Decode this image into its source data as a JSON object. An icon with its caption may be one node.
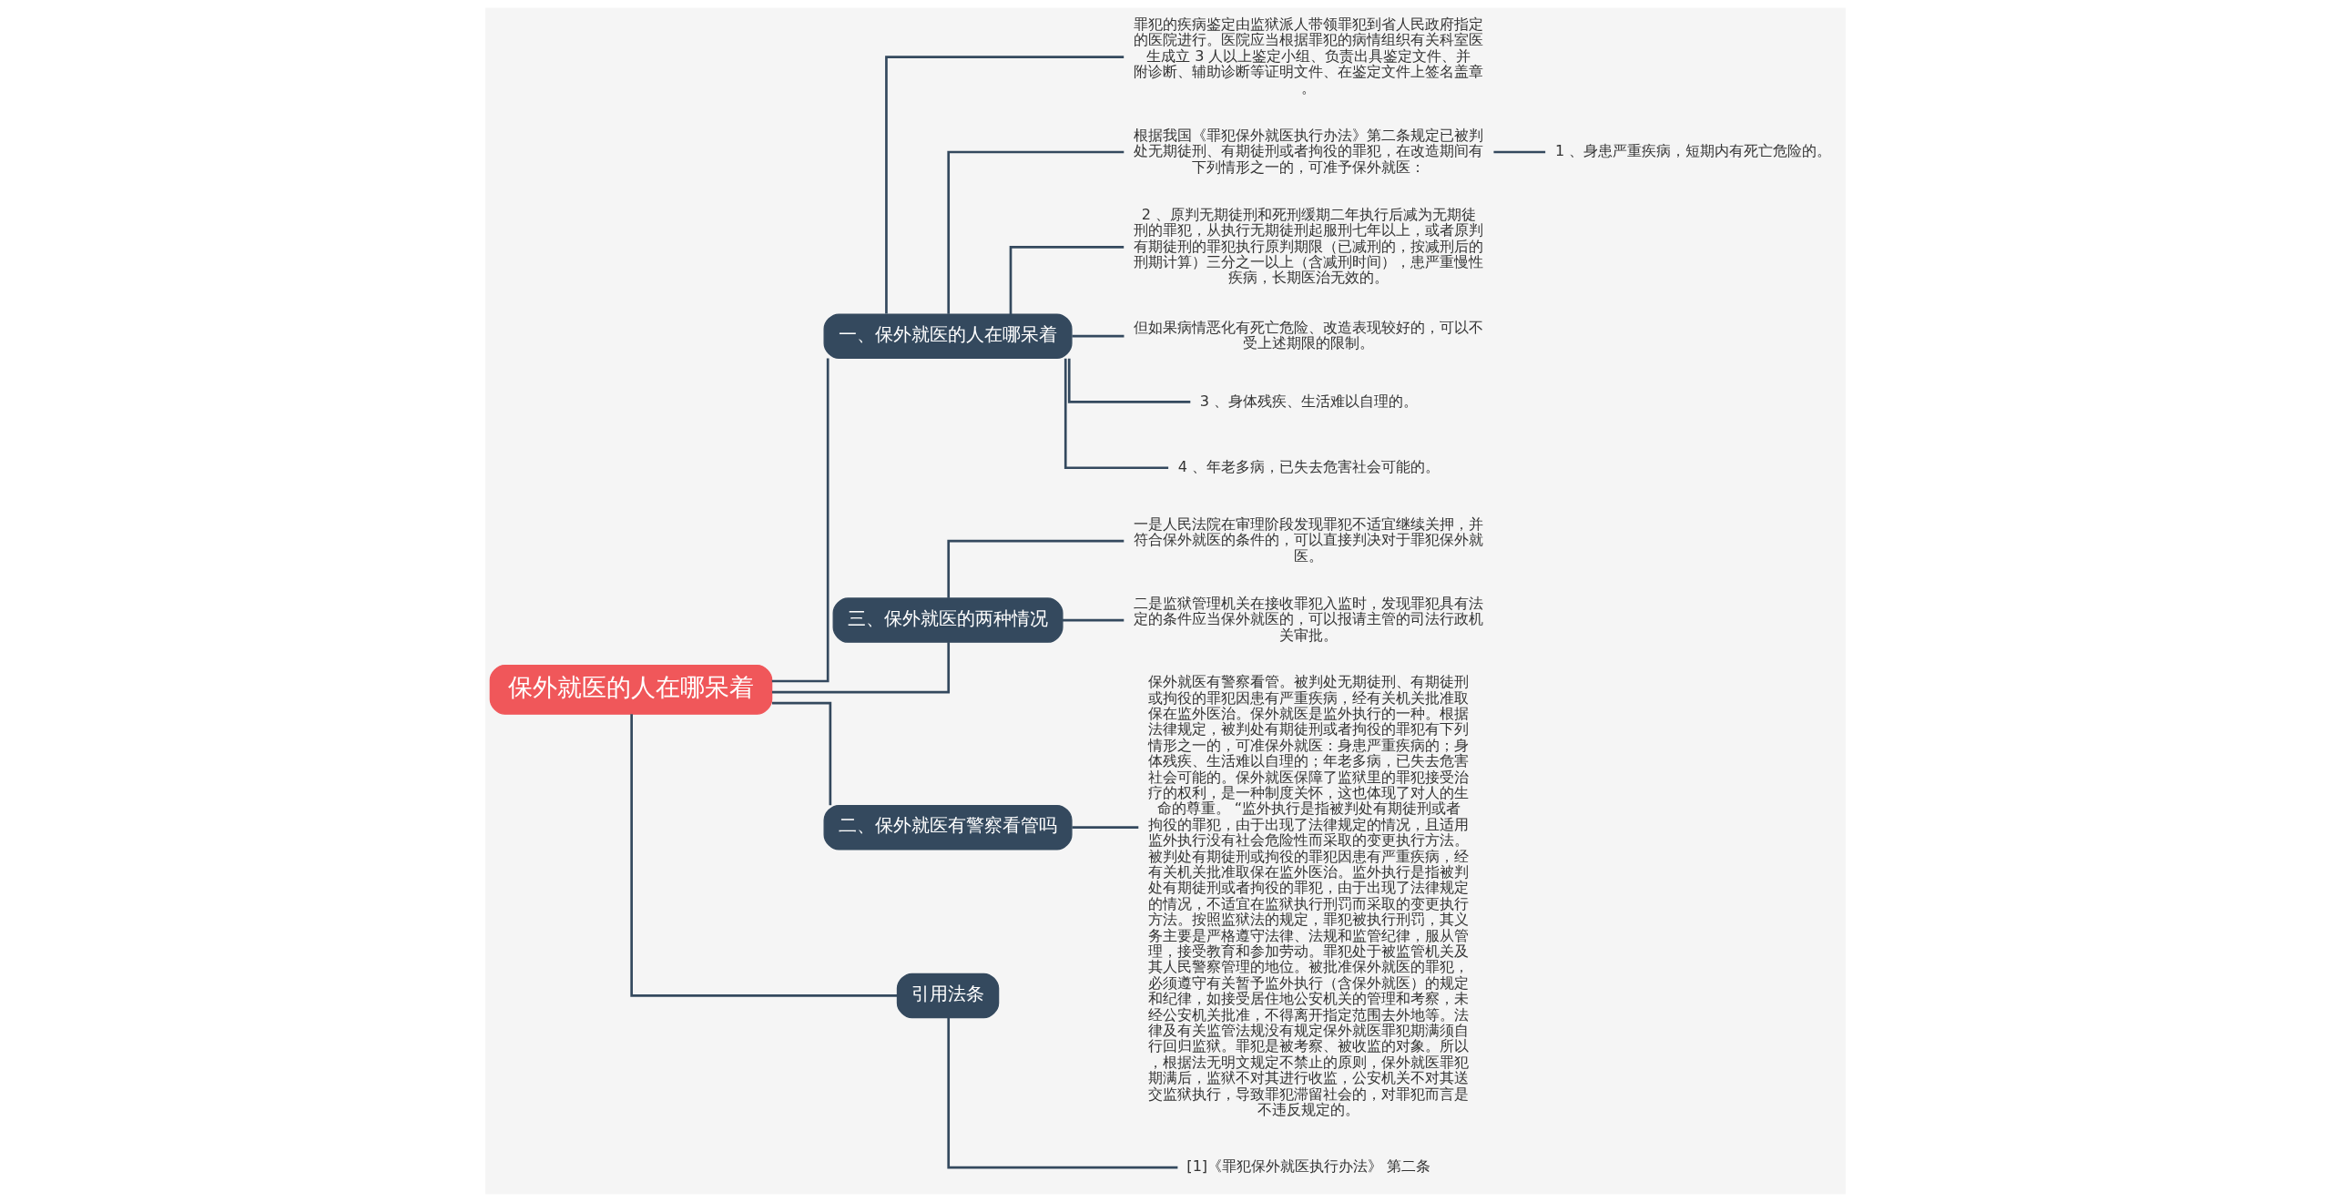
{
  "diagram": {
    "nodes": [
      {
        "text": [
          "保外就医的人在哪呆着"
        ]
      },
      {
        "text": [
          "一、保外就医的人在哪呆着"
        ]
      },
      {
        "text": [
          "罪犯的疾病鉴定由监狱派人带领罪犯到省人民政府指定的医院进行。医院应当根据罪犯的病情组织有关科室医生成立 3 人以上鉴定小组、负责出具鉴定文件、并附诊断、辅助诊断等证明文件、在鉴定文件上签名盖章。"
        ]
      },
      {
        "text": [
          "根据我国《罪犯保外就医执行办法》第二条规定已被判处无期徒刑、有期徒刑或者拘役的罪犯，在改造期间有下列情形之一的，可准予保外就医："
        ]
      },
      {
        "text": [
          "1 、身患严重疾病，短期内有死亡危险的。"
        ]
      },
      {
        "text": [
          "2 、原判无期徒刑和死刑缓期二年执行后减为无期徒刑的罪犯，从执行无期徒刑起服刑七年以上，或者原判有期徒刑的罪犯执行原判期限（已减刑的，按减刑后的刑期计算）三分之一以上（含减刑时间），患严重慢性疾病，长期医治无效的。"
        ]
      },
      {
        "text": [
          "但如果病情恶化有死亡危险、改造表现较好的，可以不受上述期限的限制。"
        ]
      },
      {
        "text": [
          "3 、身体残疾、生活难以自理的。"
        ]
      },
      {
        "text": [
          "4 、年老多病，已失去危害社会可能的。"
        ]
      },
      {
        "text": [
          "三、保外就医的两种情况"
        ]
      },
      {
        "text": [
          "一是人民法院在审理阶段发现罪犯不适宜继续关押，并符合保外就医的条件的，可以直接判决对于罪犯保外就医。"
        ]
      },
      {
        "text": [
          "二是监狱管理机关在接收罪犯入监时，发现罪犯具有法定的条件应当保外就医的，可以报请主管的司法行政机关审批。"
        ]
      },
      {
        "text": [
          "二、保外就医有警察看管吗"
        ]
      },
      {
        "text": [
          "保外就医有警察看管。被判处无期徒刑、有期徒刑或拘役的罪犯因患有严重疾病，经有关机关批准取保在监外医治。保外就医是监外执行的一种。根据法律规定，被判处有期徒刑或者拘役的罪犯有下列情形之一的，可准保外就医：身患严重疾病的；身体残疾、生活难以自理的；年老多病，已失去危害社会可能的。保外就医保障了监狱里的罪犯接受治疗的权利，是一种制度关怀，这也体现了对人的生命的尊重。 “监外执行是指被判处有期徒刑或者拘役的罪犯，由于出现了法律规定的情况，且适用监外执行没有社会危险性而采取的变更执行方法。被判处有期徒刑或拘役的罪犯因患有严重疾病，经有关机关批准取保在监外医治。监外执行是指被判处有期徒刑或者拘役的罪犯，由于出现了法律规定的情况，不适宜在监狱执行刑罚而采取的变更执行方法。按照监狱法的规定，罪犯被执行刑罚，其义务主要是严格遵守法律、法规和监管纪律，服从管理，接受教育和参加劳动。罪犯处于被监管机关及其人民警察管理的地位。被批准保外就医的罪犯，必须遵守有关暂予监外执行（含保外就医）的规定和纪律，如接受居住地公安机关的管理和考察，未经公安机关批准，不得离开指定范围去外地等。法律及有关监管法规没有规定保外就医罪犯期满须自行回归监狱。罪犯是被考察、被收监的对象。所以，根据法无明文规定不禁止的原则，保外就医罪犯期满后，监狱不对其进行收监，公安机关不对其送交监狱执行，导致罪犯滞留社会的，对罪犯而言是不违反规定的。"
        ]
      },
      {
        "text": [
          "引用法条"
        ]
      },
      {
        "text": [
          "[1]《罪犯保外就医执行办法》 第二条"
        ]
      }
    ],
    "edges": [
      {
        "from": 0,
        "to": 1,
        "arrow": "none"
      },
      {
        "from": 1,
        "to": 2,
        "arrow": "none"
      },
      {
        "from": 1,
        "to": 3,
        "arrow": "none"
      },
      {
        "from": 3,
        "to": 4,
        "arrow": "none"
      },
      {
        "from": 1,
        "to": 5,
        "arrow": "none"
      },
      {
        "from": 1,
        "to": 6,
        "arrow": "none"
      },
      {
        "from": 1,
        "to": 7,
        "arrow": "none"
      },
      {
        "from": 1,
        "to": 8,
        "arrow": "none"
      },
      {
        "from": 0,
        "to": 9,
        "arrow": "none"
      },
      {
        "from": 9,
        "to": 10,
        "arrow": "none"
      },
      {
        "from": 9,
        "to": 11,
        "arrow": "none"
      },
      {
        "from": 0,
        "to": 12,
        "arrow": "none"
      },
      {
        "from": 12,
        "to": 13,
        "arrow": "none"
      },
      {
        "from": 0,
        "to": 14,
        "arrow": "none"
      },
      {
        "from": 14,
        "to": 15,
        "arrow": "none"
      }
    ]
  }
}
